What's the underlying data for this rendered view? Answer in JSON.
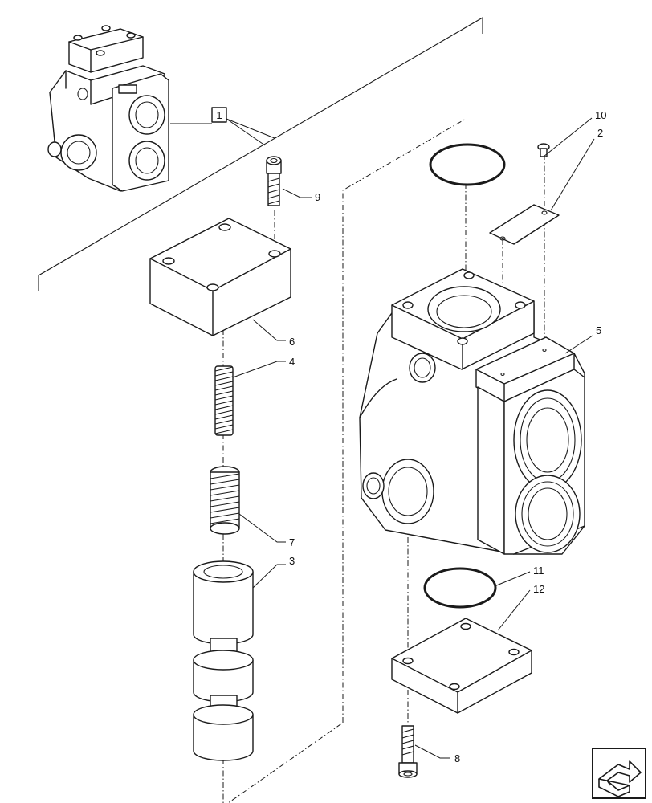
{
  "callouts": {
    "ref_1": "1",
    "c2": "2",
    "c3": "3",
    "c4": "4",
    "c5": "5",
    "c6": "6",
    "c7": "7",
    "c8": "8",
    "c9": "9",
    "c10": "10",
    "c11": "11",
    "c12": "12"
  },
  "icons": {
    "nav": "next-page-arrow-icon"
  }
}
